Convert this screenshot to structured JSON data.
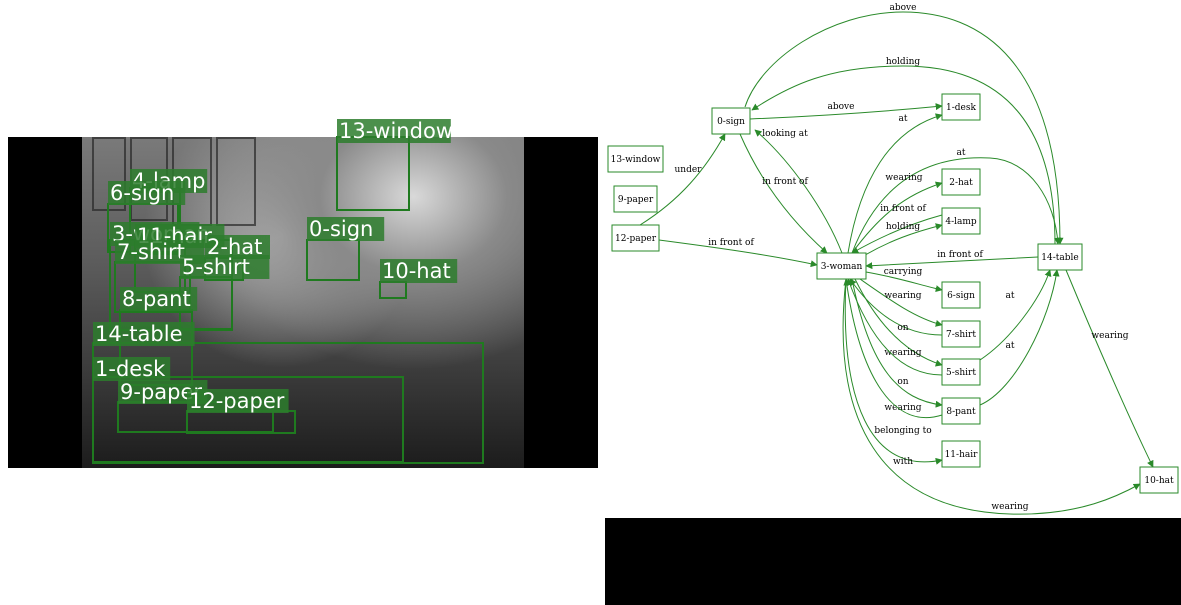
{
  "colors": {
    "accent": "#2a8a2a",
    "box": "#1f7a1f",
    "label_bg": "#2d7d2d",
    "edge": "#2a8a2a"
  },
  "scene": {
    "objects": [
      {
        "id": "13-window"
      },
      {
        "id": "4-lamp"
      },
      {
        "id": "6-sign"
      },
      {
        "id": "3-woman"
      },
      {
        "id": "11-hair"
      },
      {
        "id": "2-hat"
      },
      {
        "id": "7-shirt"
      },
      {
        "id": "5-shirt"
      },
      {
        "id": "0-sign"
      },
      {
        "id": "10-hat"
      },
      {
        "id": "8-pant"
      },
      {
        "id": "14-table"
      },
      {
        "id": "1-desk"
      },
      {
        "id": "9-paper"
      },
      {
        "id": "12-paper"
      }
    ]
  },
  "graph": {
    "nodes": [
      {
        "id": "0-sign"
      },
      {
        "id": "1-desk"
      },
      {
        "id": "13-window"
      },
      {
        "id": "9-paper"
      },
      {
        "id": "12-paper"
      },
      {
        "id": "2-hat"
      },
      {
        "id": "4-lamp"
      },
      {
        "id": "3-woman"
      },
      {
        "id": "14-table"
      },
      {
        "id": "6-sign"
      },
      {
        "id": "7-shirt"
      },
      {
        "id": "5-shirt"
      },
      {
        "id": "8-pant"
      },
      {
        "id": "11-hair"
      },
      {
        "id": "10-hat"
      }
    ],
    "edges": [
      {
        "from": "0-sign",
        "to": "14-table",
        "label": "above"
      },
      {
        "from": "14-table",
        "to": "0-sign",
        "label": "holding"
      },
      {
        "from": "0-sign",
        "to": "1-desk",
        "label": "above"
      },
      {
        "from": "3-woman",
        "to": "0-sign",
        "label": "looking at"
      },
      {
        "from": "0-sign",
        "to": "3-woman",
        "label": "in front of"
      },
      {
        "from": "12-paper",
        "to": "0-sign",
        "label": "under"
      },
      {
        "from": "12-paper",
        "to": "3-woman",
        "label": "in front of"
      },
      {
        "from": "3-woman",
        "to": "1-desk",
        "label": "at"
      },
      {
        "from": "3-woman",
        "to": "14-table",
        "label": "at"
      },
      {
        "from": "3-woman",
        "to": "2-hat",
        "label": "wearing"
      },
      {
        "from": "4-lamp",
        "to": "3-woman",
        "label": "in front of"
      },
      {
        "from": "3-woman",
        "to": "4-lamp",
        "label": "holding"
      },
      {
        "from": "14-table",
        "to": "3-woman",
        "label": "in front of"
      },
      {
        "from": "3-woman",
        "to": "6-sign",
        "label": "carrying"
      },
      {
        "from": "3-woman",
        "to": "7-shirt",
        "label": "wearing"
      },
      {
        "from": "7-shirt",
        "to": "3-woman",
        "label": "on"
      },
      {
        "from": "3-woman",
        "to": "5-shirt",
        "label": "wearing"
      },
      {
        "from": "5-shirt",
        "to": "3-woman",
        "label": "on"
      },
      {
        "from": "3-woman",
        "to": "8-pant",
        "label": "wearing"
      },
      {
        "from": "8-pant",
        "to": "3-woman",
        "label": "belonging to"
      },
      {
        "from": "3-woman",
        "to": "11-hair",
        "label": "with"
      },
      {
        "from": "3-woman",
        "to": "10-hat",
        "label": "wearing"
      },
      {
        "from": "5-shirt",
        "to": "14-table",
        "label": "at"
      },
      {
        "from": "8-pant",
        "to": "14-table",
        "label": "at"
      },
      {
        "from": "14-table",
        "to": "10-hat",
        "label": "wearing"
      }
    ]
  }
}
